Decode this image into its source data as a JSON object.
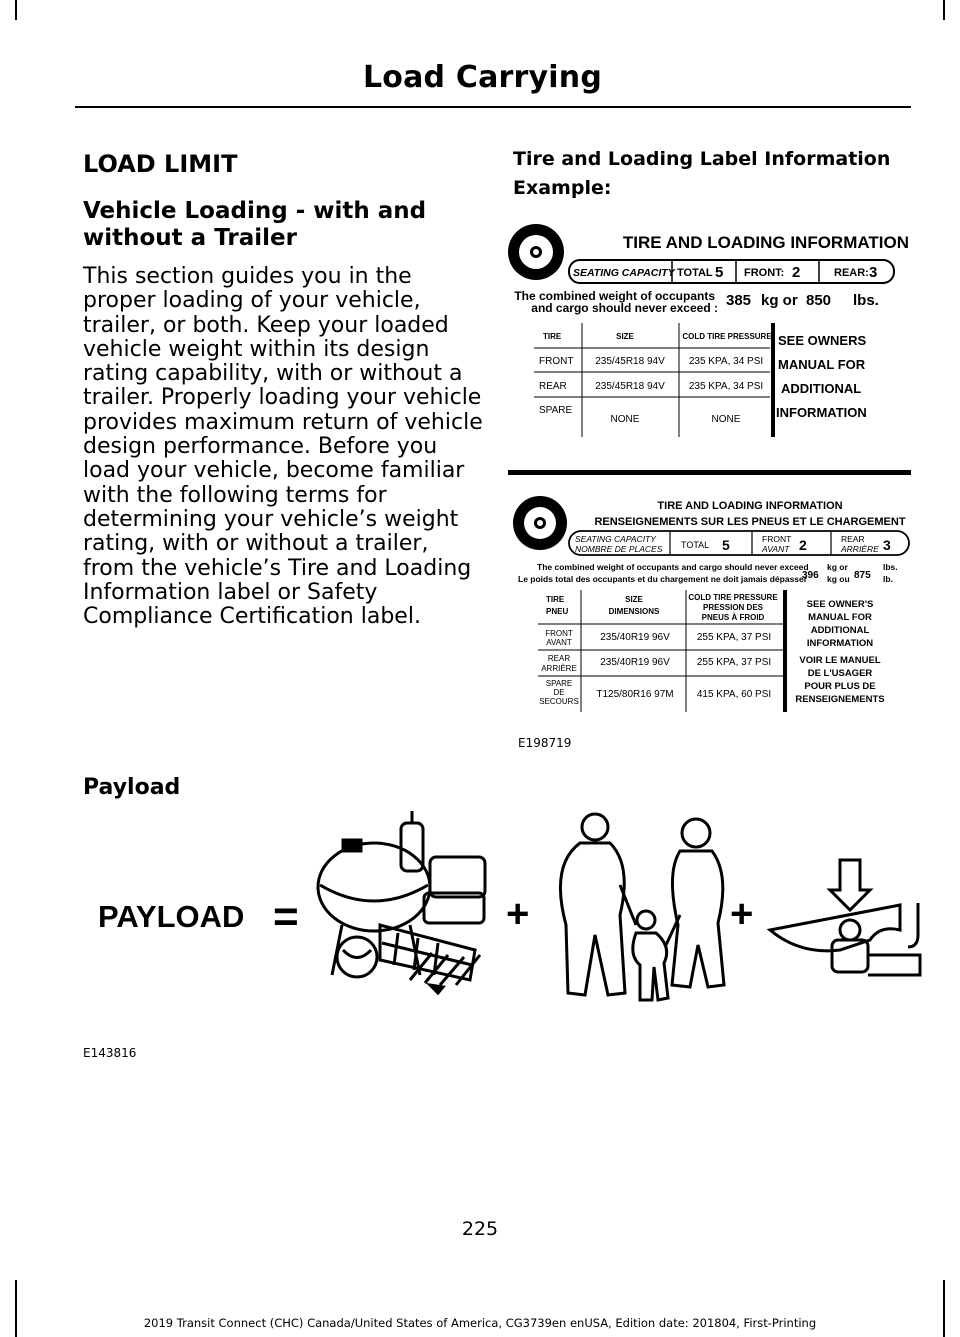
{
  "header": {
    "title": "Load Carrying"
  },
  "left": {
    "heading": "LOAD LIMIT",
    "subheading": "Vehicle Loading - with and without a Trailer",
    "body": "This section guides you in the proper loading of your vehicle, trailer, or both. Keep your loaded vehicle weight within its design rating capability, with or without a trailer. Properly loading your vehicle provides maximum return of vehicle design performance. Before you load your vehicle, become familiar with the following terms for determining your vehicle’s weight rating, with or without a trailer, from the vehicle’s Tire and Loading Information label or Safety Compliance Certification label."
  },
  "right": {
    "heading": "Tire and Loading Label Information",
    "subheading": "Example:"
  },
  "label_en": {
    "title": "TIRE AND LOADING INFORMATION",
    "seating_capacity": "SEATING CAPACITY",
    "total_label": "TOTAL :",
    "total": "5",
    "front_label": "FRONT:",
    "front": "2",
    "rear_label": "REAR:",
    "rear": "3",
    "combined_1": "The combined weight of occupants",
    "combined_2": "and cargo should never exceed :",
    "kg": "385",
    "kg_or": "kg or",
    "lbs": "850",
    "lbs_unit": "lbs.",
    "col_tire": "TIRE",
    "col_size": "SIZE",
    "col_pressure": "COLD TIRE PRESSURE",
    "rows": [
      {
        "tire": "FRONT",
        "size": "235/45R18 94V",
        "pressure": "235 KPA, 34 PSI"
      },
      {
        "tire": "REAR",
        "size": "235/45R18 94V",
        "pressure": "235 KPA, 34 PSI"
      },
      {
        "tire": "SPARE",
        "size": "NONE",
        "pressure": "NONE"
      }
    ],
    "see_1": "SEE OWNERS",
    "see_2": "MANUAL FOR",
    "see_3": "ADDITIONAL",
    "see_4": "INFORMATION"
  },
  "label_bi": {
    "title_1": "TIRE AND LOADING INFORMATION",
    "title_2": "RENSEIGNEMENTS SUR LES PNEUS ET LE CHARGEMENT",
    "seating_1": "SEATING CAPACITY",
    "seating_2": "NOMBRE DE PLACES",
    "total_label": "TOTAL",
    "total": "5",
    "front_1": "FRONT",
    "front_2": "AVANT",
    "front": "2",
    "rear_1": "REAR",
    "rear_2": "ARRIÈRE",
    "rear": "3",
    "combined_en": "The combined weight of occupants and cargo should never exceed",
    "combined_fr": "Le poids total des occupants et du chargement ne doit jamais dépasser",
    "kg": "396",
    "kg_or_1": "kg or",
    "kg_or_2": "kg ou",
    "lbs": "875",
    "lbs_1": "lbs.",
    "lbs_2": "lb.",
    "col_tire_1": "TIRE",
    "col_tire_2": "PNEU",
    "col_size_1": "SIZE",
    "col_size_2": "DIMENSIONS",
    "col_pressure_1": "COLD TIRE PRESSURE",
    "col_pressure_2": "PRESSION DES",
    "col_pressure_3": "PNEUS À FROID",
    "rows": [
      {
        "tire_1": "FRONT",
        "tire_2": "AVANT",
        "tire_3": "",
        "size": "235/40R19 96V",
        "pressure": "255 KPA, 37 PSI"
      },
      {
        "tire_1": "REAR",
        "tire_2": "ARRIÈRE",
        "tire_3": "",
        "size": "235/40R19 96V",
        "pressure": "255 KPA, 37 PSI"
      },
      {
        "tire_1": "SPARE",
        "tire_2": "DE",
        "tire_3": "SECOURS",
        "size": "T125/80R16 97M",
        "pressure": "415 KPA, 60 PSI"
      }
    ],
    "see": [
      "SEE OWNER'S",
      "MANUAL FOR",
      "ADDITIONAL",
      "INFORMATION",
      "VOIR LE MANUEL",
      "DE L'USAGER",
      "POUR PLUS DE",
      "RENSEIGNEMENTS"
    ]
  },
  "figure_codes": {
    "labels": "E198719",
    "payload": "E143816"
  },
  "payload": {
    "heading": "Payload",
    "word": "PAYLOAD",
    "equals": "=",
    "plus": "+"
  },
  "page_number": "225",
  "footer": "2019 Transit Connect (CHC) Canada/United States of America, CG3739en enUSA, Edition date: 201804, First-Printing"
}
